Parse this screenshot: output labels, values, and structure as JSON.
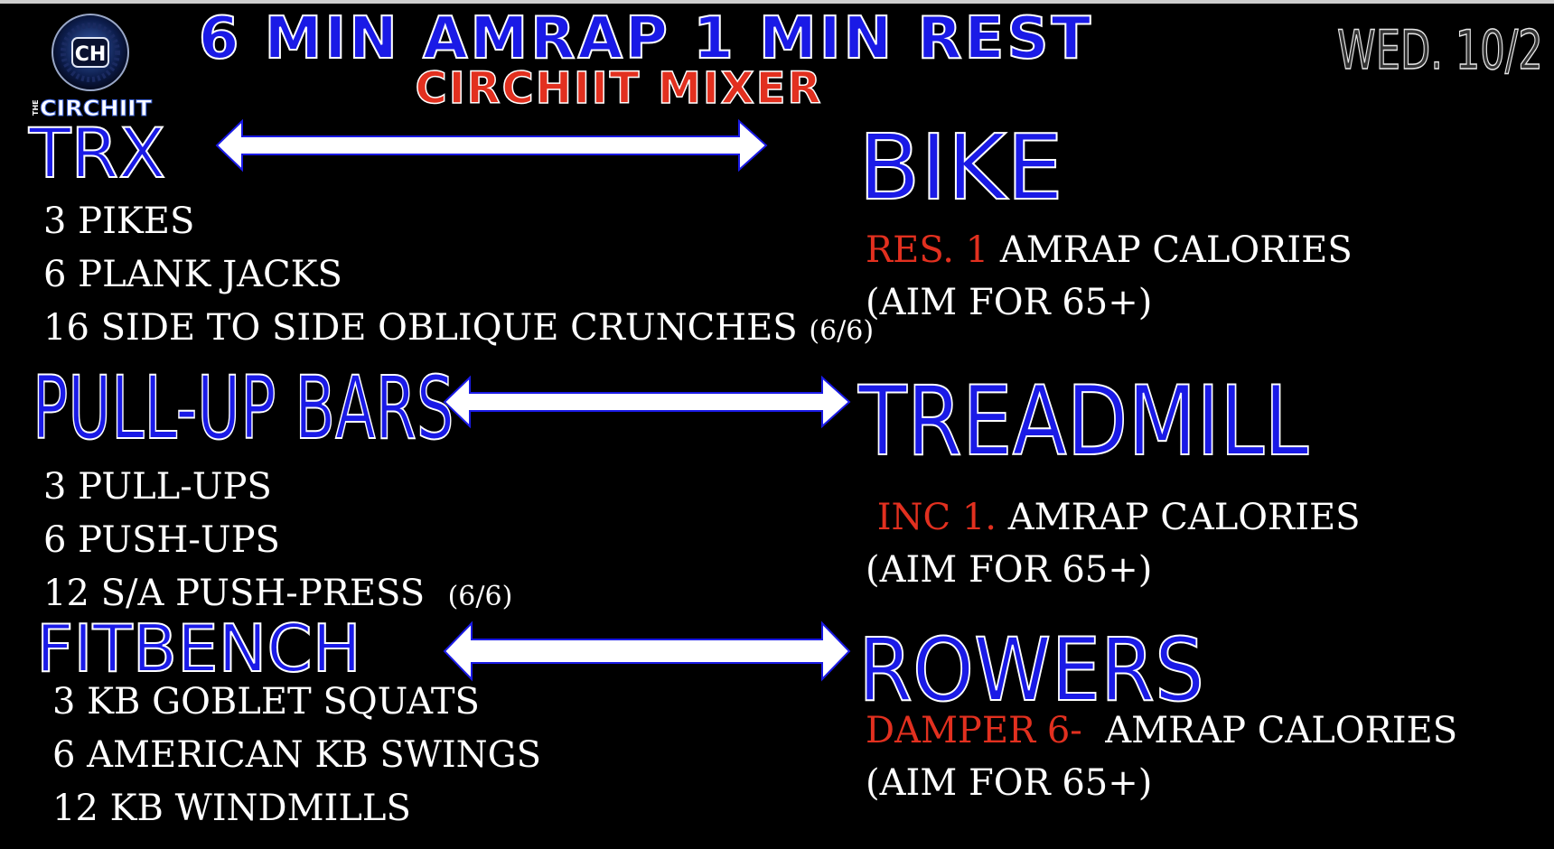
{
  "brand": {
    "logo_monogram": "CH",
    "logo_text": "THE CIRCHIIT",
    "logo_text_the": "THE",
    "logo_text_main": "CIRCHIIT"
  },
  "header": {
    "title": "6 MIN AMRAP 1 MIN REST",
    "subtitle": "CIRCHIIT MIXER",
    "date": "WED. 10/2"
  },
  "colors": {
    "background": "#000000",
    "station_blue": "#1a1ae6",
    "accent_red": "#e2301f",
    "text_white": "#ffffff"
  },
  "stations": {
    "trx": {
      "name": "TRX",
      "exercises": [
        "3 PIKES",
        "6 PLANK JACKS",
        "16  SIDE TO SIDE OBLIQUE CRUNCHES"
      ],
      "exercise_note": "(6/6)"
    },
    "bike": {
      "name": "BIKE",
      "setting": "RES. 1",
      "task": " AMRAP CALORIES",
      "goal": "(AIM FOR 65+)"
    },
    "pullup_bars": {
      "name": "PULL-UP BARS",
      "exercises": [
        "3 PULL-UPS",
        "6 PUSH-UPS",
        "12 S/A PUSH-PRESS"
      ],
      "exercise_note": "(6/6)"
    },
    "treadmill": {
      "name": "TREADMILL",
      "setting": "INC 1.",
      "task": " AMRAP CALORIES",
      "goal": "(AIM FOR 65+)"
    },
    "fitbench": {
      "name": "FITBENCH",
      "exercises": [
        "3 KB GOBLET SQUATS",
        "6 AMERICAN KB SWINGS",
        "12 KB WINDMILLS"
      ]
    },
    "rowers": {
      "name": "ROWERS",
      "setting": "DAMPER 6-",
      "task": "  AMRAP CALORIES",
      "goal": "(AIM FOR 65+)"
    }
  },
  "icons": [
    "logo-icon",
    "double-arrow-icon"
  ]
}
